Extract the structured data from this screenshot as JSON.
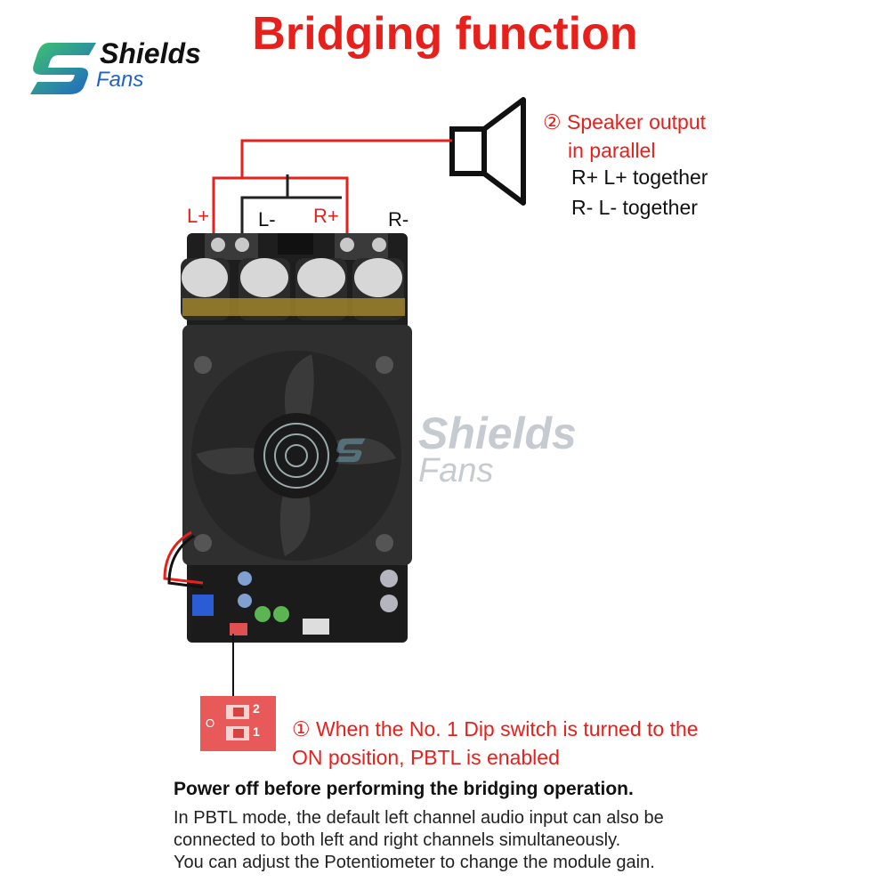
{
  "title": "Bridging function",
  "logo": {
    "line1": "Shields",
    "line2": "Fans"
  },
  "watermark": {
    "line1": "Shields",
    "line2": "Fans"
  },
  "terminals": {
    "l_plus": "L+",
    "l_minus": "L-",
    "r_plus": "R+",
    "r_minus": "R-"
  },
  "speaker_note": {
    "line1": "② Speaker output",
    "line2": "in parallel",
    "line3": "R+ L+ together",
    "line4": "R- L- together"
  },
  "dip_note": {
    "line1": "① When the No. 1 Dip switch is turned to the",
    "line2": "ON position, PBTL is enabled"
  },
  "dip_switch": {
    "num1": "1",
    "num2": "2",
    "on": "O"
  },
  "warning": "Power off before performing the bridging operation.",
  "info_lines": [
    "In PBTL mode, the default left channel audio input can also be",
    "connected to both left and right channels simultaneously.",
    "You can adjust the Potentiometer to change the module gain."
  ],
  "colors": {
    "accent": "#e8201c",
    "wire_black": "#222222",
    "board": "#2a2a2a",
    "logo_blue": "#1e63c8",
    "logo_green": "#3ec46d"
  }
}
